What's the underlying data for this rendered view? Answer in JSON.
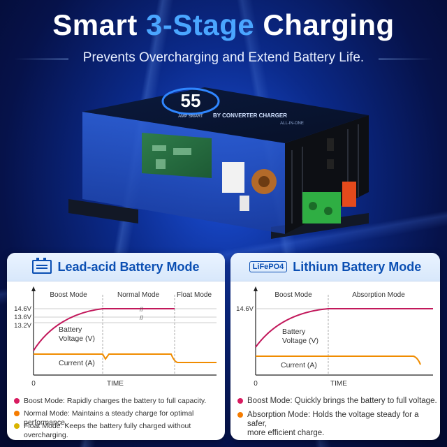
{
  "header": {
    "title_a": "Smart ",
    "title_hl": "3-Stage",
    "title_b": " Charging",
    "subtitle": "Prevents Overcharging and Extend Battery Life."
  },
  "device": {
    "label_number": "55",
    "label_amp": "AMP SMART",
    "label_model": "BY CONVERTER CHARGER",
    "label_sub": "ALL-IN-ONE"
  },
  "colors": {
    "accent": "#0b4fb3",
    "voltage": "#c2185b",
    "current": "#f08c00",
    "float": "#d9b400"
  },
  "lead_acid": {
    "title": "Lead-acid Battery Mode",
    "icon": "battery-icon",
    "stages": [
      "Boost Mode",
      "Normal Mode",
      "Float Mode"
    ],
    "y_labels": [
      "14.6V",
      "13.6V",
      "13.2V"
    ],
    "origin": "0",
    "x_label": "TIME",
    "voltage_label_1": "Battery",
    "voltage_label_2": "Voltage  (V)",
    "current_label": "Current  (A)",
    "legend": [
      {
        "mode": "Boost Mode",
        "text": ": Rapidly charges the battery to full capacity.",
        "color": "#d81b60"
      },
      {
        "mode": "Normal Mode",
        "text": ": Maintains a steady charge for optimal performance.",
        "color": "#f57c00"
      },
      {
        "mode": "Float Mode",
        "text": ": Keeps the battery fully charged without overcharging.",
        "color": "#d9b400"
      }
    ]
  },
  "lithium": {
    "title": "Lithium Battery Mode",
    "badge": "LiFePO4",
    "stages": [
      "Boost Mode",
      "Absorption Mode"
    ],
    "y_labels": [
      "14.6V"
    ],
    "origin": "0",
    "x_label": "TIME",
    "voltage_label_1": "Battery",
    "voltage_label_2": "Voltage  (V)",
    "current_label": "Current  (A)",
    "legend": [
      {
        "mode": "Boost Mode",
        "text": ": Quickly brings the battery to full voltage.",
        "color": "#d81b60"
      },
      {
        "mode": "Absorption Mode",
        "text": ": Holds the voltage steady for a safer,",
        "text2": "more efficient charge.",
        "color": "#f57c00"
      }
    ]
  },
  "chart_data": [
    {
      "type": "line",
      "title": "Lead-acid Battery Mode",
      "xlabel": "TIME",
      "ylabel": "",
      "stages": [
        "Boost Mode",
        "Normal Mode",
        "Float Mode"
      ],
      "y_ticks": [
        13.2,
        13.6,
        14.6
      ],
      "series": [
        {
          "name": "Battery Voltage (V)",
          "shape": "rises to 14.6V during Boost Mode, then steady"
        },
        {
          "name": "Current (A)",
          "shape": "steady, dips at each stage transition"
        }
      ]
    },
    {
      "type": "line",
      "title": "Lithium Battery Mode",
      "xlabel": "TIME",
      "ylabel": "",
      "stages": [
        "Boost Mode",
        "Absorption Mode"
      ],
      "y_ticks": [
        14.6
      ],
      "series": [
        {
          "name": "Battery Voltage (V)",
          "shape": "rises to 14.6V during Boost Mode, then steady"
        },
        {
          "name": "Current (A)",
          "shape": "steady, drops at end of Absorption Mode"
        }
      ]
    }
  ]
}
